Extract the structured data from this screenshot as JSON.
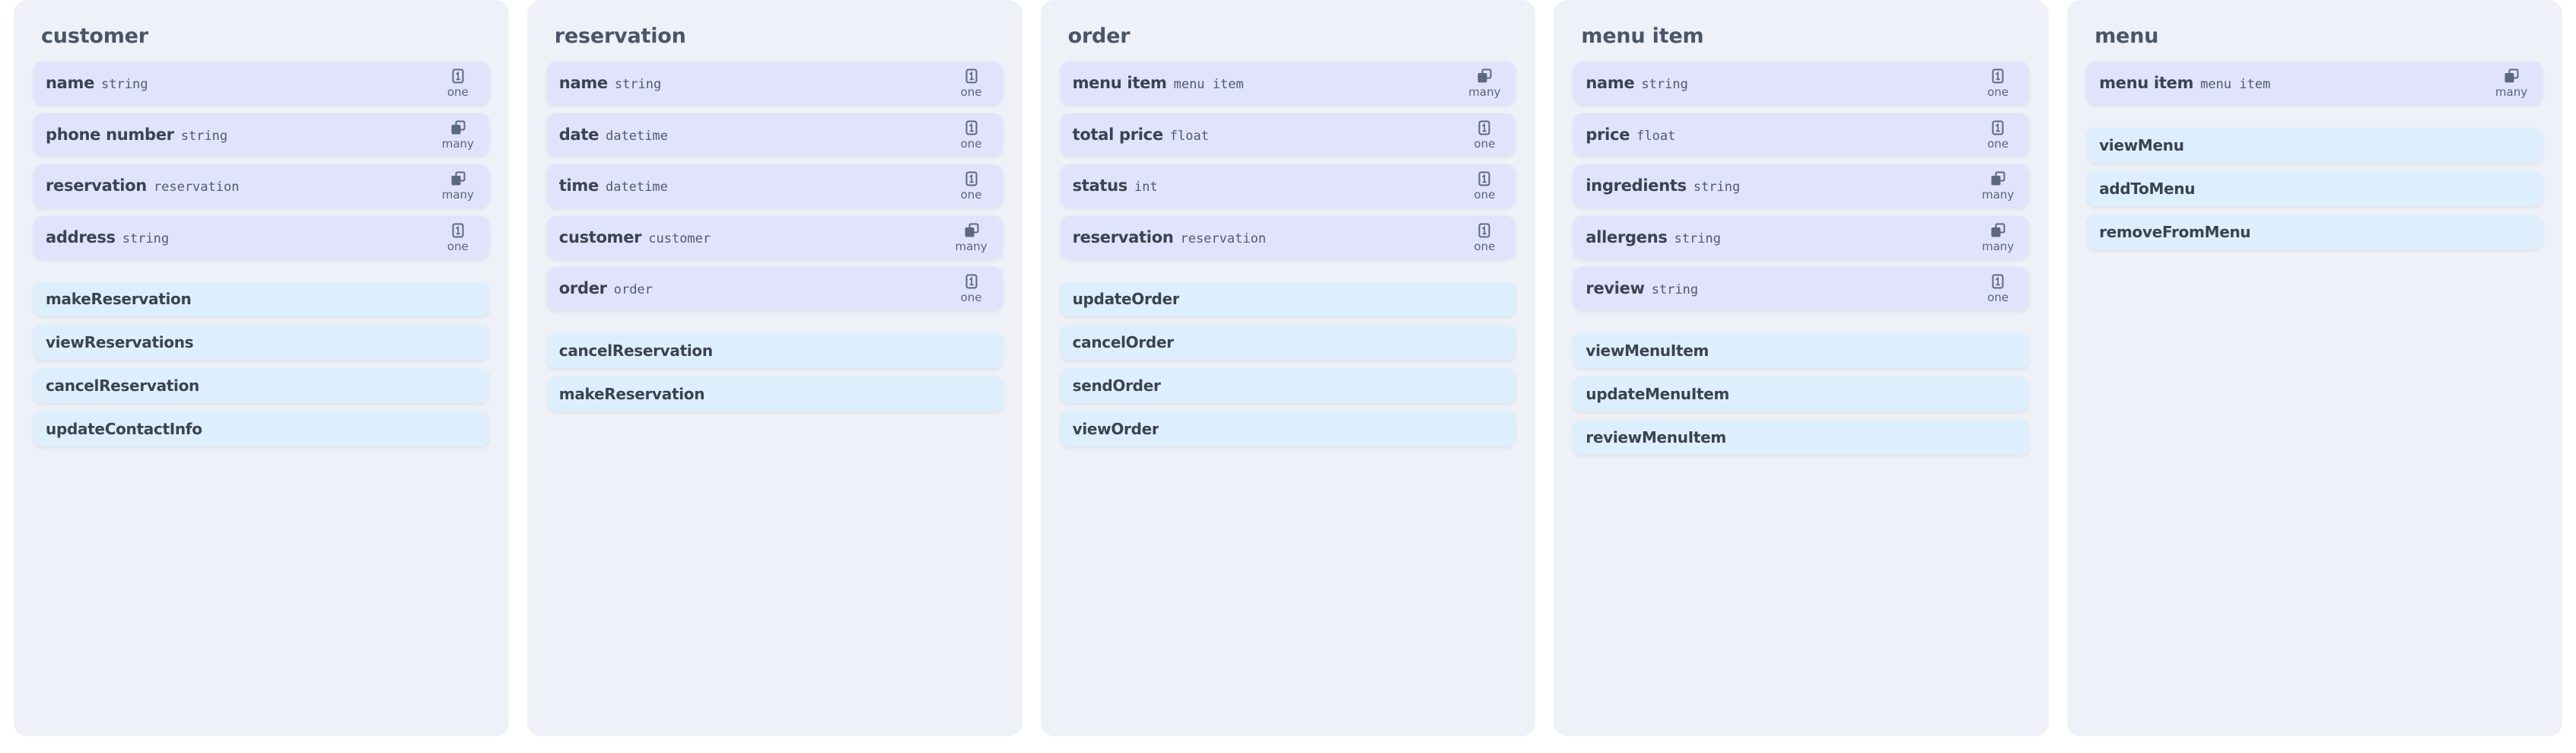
{
  "colors": {
    "page_background": "#ffffff",
    "panel_background": "#eef1f7",
    "field_background": "#e0e3fb",
    "method_background": "#ddeffc",
    "text_primary": "#3b4250",
    "text_secondary": "#525a6b",
    "icon": "#5b6880"
  },
  "cardinality_icons": {
    "one": {
      "name": "one-cardinality-icon",
      "label": "one"
    },
    "many": {
      "name": "many-cardinality-icon",
      "label": "many"
    }
  },
  "entities": [
    {
      "title": "customer",
      "fields": [
        {
          "name": "name",
          "type": "string",
          "cardinality": "one",
          "cardinality_label": "one"
        },
        {
          "name": "phone number",
          "type": "string",
          "cardinality": "many",
          "cardinality_label": "many"
        },
        {
          "name": "reservation",
          "type": "reservation",
          "cardinality": "many",
          "cardinality_label": "many"
        },
        {
          "name": "address",
          "type": "string",
          "cardinality": "one",
          "cardinality_label": "one"
        }
      ],
      "methods": [
        "makeReservation",
        "viewReservations",
        "cancelReservation",
        "updateContactInfo"
      ]
    },
    {
      "title": "reservation",
      "fields": [
        {
          "name": "name",
          "type": "string",
          "cardinality": "one",
          "cardinality_label": "one"
        },
        {
          "name": "date",
          "type": "datetime",
          "cardinality": "one",
          "cardinality_label": "one"
        },
        {
          "name": "time",
          "type": "datetime",
          "cardinality": "one",
          "cardinality_label": "one"
        },
        {
          "name": "customer",
          "type": "customer",
          "cardinality": "many",
          "cardinality_label": "many"
        },
        {
          "name": "order",
          "type": "order",
          "cardinality": "one",
          "cardinality_label": "one"
        }
      ],
      "methods": [
        "cancelReservation",
        "makeReservation"
      ]
    },
    {
      "title": "order",
      "fields": [
        {
          "name": "menu item",
          "type": "menu item",
          "cardinality": "many",
          "cardinality_label": "many"
        },
        {
          "name": "total price",
          "type": "float",
          "cardinality": "one",
          "cardinality_label": "one"
        },
        {
          "name": "status",
          "type": "int",
          "cardinality": "one",
          "cardinality_label": "one"
        },
        {
          "name": "reservation",
          "type": "reservation",
          "cardinality": "one",
          "cardinality_label": "one"
        }
      ],
      "methods": [
        "updateOrder",
        "cancelOrder",
        "sendOrder",
        "viewOrder"
      ]
    },
    {
      "title": "menu item",
      "fields": [
        {
          "name": "name",
          "type": "string",
          "cardinality": "one",
          "cardinality_label": "one"
        },
        {
          "name": "price",
          "type": "float",
          "cardinality": "one",
          "cardinality_label": "one"
        },
        {
          "name": "ingredients",
          "type": "string",
          "cardinality": "many",
          "cardinality_label": "many"
        },
        {
          "name": "allergens",
          "type": "string",
          "cardinality": "many",
          "cardinality_label": "many"
        },
        {
          "name": "review",
          "type": "string",
          "cardinality": "one",
          "cardinality_label": "one"
        }
      ],
      "methods": [
        "viewMenuItem",
        "updateMenuItem",
        "reviewMenuItem"
      ]
    },
    {
      "title": "menu",
      "fields": [
        {
          "name": "menu item",
          "type": "menu item",
          "cardinality": "many",
          "cardinality_label": "many"
        }
      ],
      "methods": [
        "viewMenu",
        "addToMenu",
        "removeFromMenu"
      ]
    }
  ]
}
